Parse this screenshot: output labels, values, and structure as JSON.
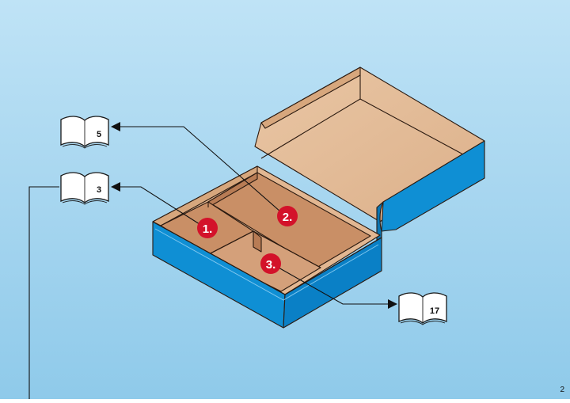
{
  "colors": {
    "background": "#a9d7f0",
    "box_blue": "#0f8fd4",
    "box_blue_dark": "#0a75b2",
    "cardboard": "#e2b792",
    "cardboard_dark": "#c98f66",
    "badge_red": "#d3122a"
  },
  "references": [
    {
      "id": "book-5",
      "number": "5",
      "icon": "open-book-icon"
    },
    {
      "id": "book-3",
      "number": "3",
      "icon": "open-book-icon"
    },
    {
      "id": "book-17",
      "number": "17",
      "icon": "open-book-icon"
    }
  ],
  "compartments": [
    {
      "label": "1."
    },
    {
      "label": "2."
    },
    {
      "label": "3."
    }
  ],
  "page_number": "2"
}
